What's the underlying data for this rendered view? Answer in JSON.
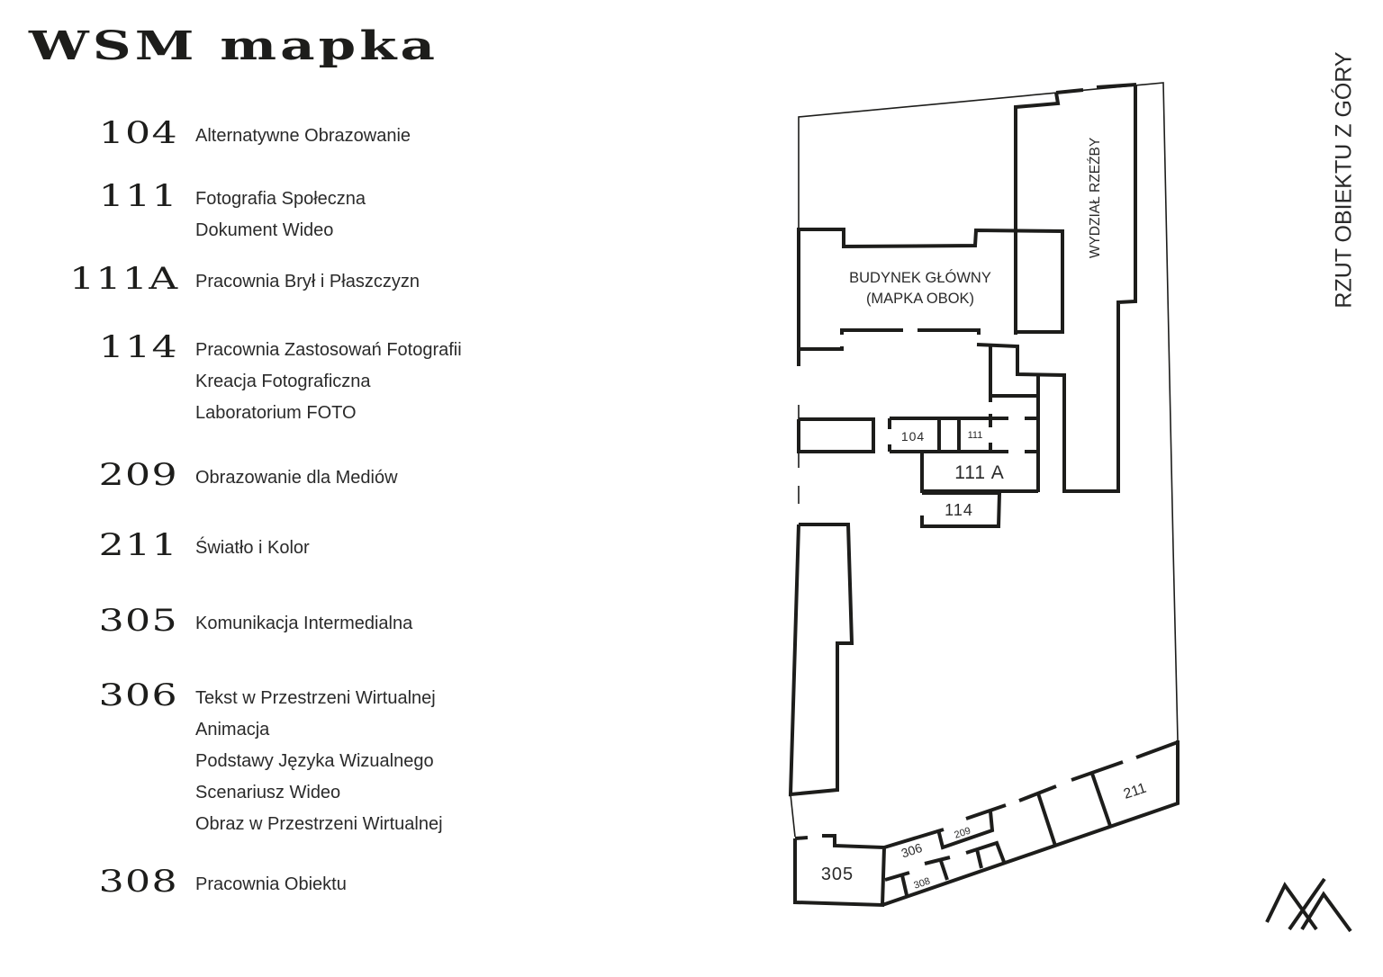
{
  "header": {
    "title": "WSM mapka"
  },
  "side_label": "RZUT OBIEKTU Z GÓRY",
  "legend": [
    {
      "room": "104",
      "subjects": [
        "Alternatywne Obrazowanie"
      ]
    },
    {
      "room": "111",
      "subjects": [
        "Fotografia Społeczna",
        "Dokument Wideo"
      ]
    },
    {
      "room": "111A",
      "subjects": [
        "Pracownia Brył i Płaszczyzn"
      ]
    },
    {
      "room": "114",
      "subjects": [
        "Pracownia Zastosowań Fotografii",
        "Kreacja Fotograficzna",
        "Laboratorium FOTO"
      ]
    },
    {
      "room": "209",
      "subjects": [
        "Obrazowanie dla Mediów"
      ]
    },
    {
      "room": "211",
      "subjects": [
        "Światło i Kolor"
      ]
    },
    {
      "room": "305",
      "subjects": [
        "Komunikacja Intermedialna"
      ]
    },
    {
      "room": "306",
      "subjects": [
        "Tekst w Przestrzeni Wirtualnej",
        "Animacja",
        "Podstawy Języka Wizualnego",
        "Scenariusz Wideo",
        "Obraz w Przestrzeni Wirtualnej"
      ]
    },
    {
      "room": "308",
      "subjects": [
        "Pracownia Obiektu"
      ]
    }
  ],
  "map": {
    "main_building_line1": "BUDYNEK GŁÓWNY",
    "main_building_line2": "(MAPKA OBOK)",
    "sculpture_dept": "WYDZIAŁ RZEŹBY",
    "rooms": {
      "r104": "104",
      "r111": "111",
      "r111a": "111 A",
      "r114": "114",
      "r305": "305",
      "r306": "306",
      "r308": "308",
      "r209": "209",
      "r211": "211"
    }
  },
  "colors": {
    "ink": "#1d1d1b",
    "background": "#ffffff"
  }
}
